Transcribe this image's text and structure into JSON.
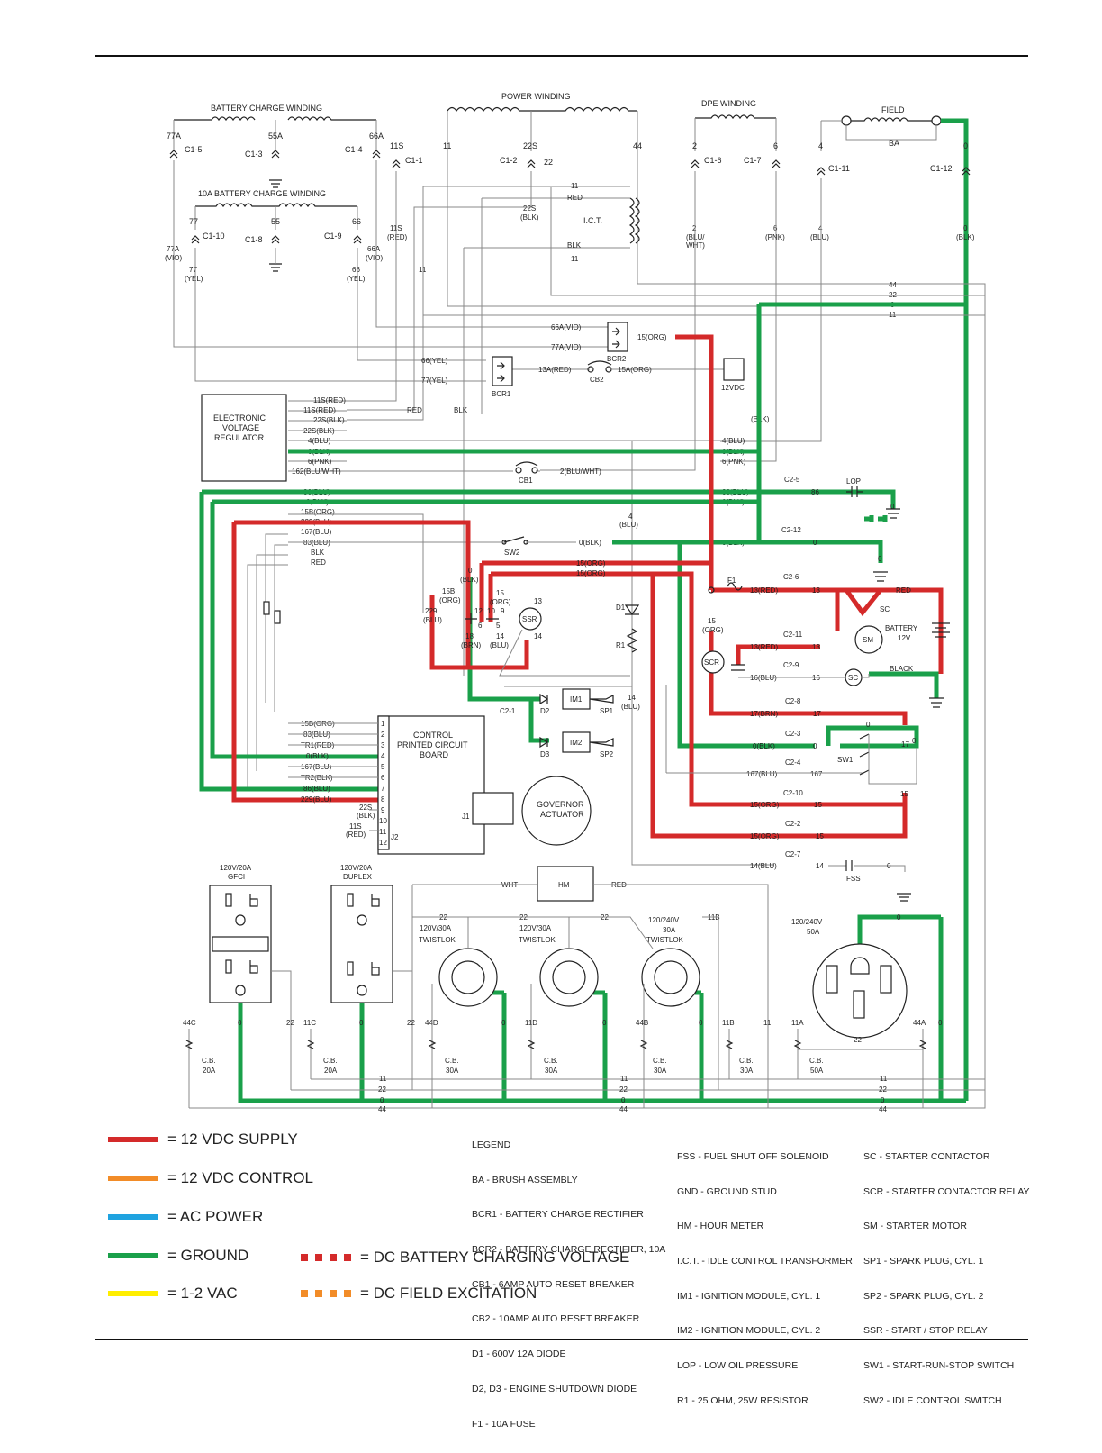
{
  "colors": {
    "supply": "#d42a2a",
    "control": "#f28c28",
    "ac": "#1fa3e0",
    "ground": "#1aa04a",
    "vac": "#ffee00"
  },
  "top_labels": {
    "battery_charge_winding": "BATTERY CHARGE WINDING",
    "power_winding": "POWER WINDING",
    "dpe_winding": "DPE WINDING",
    "field": "FIELD",
    "ba": "BA",
    "ten_a_winding": "10A BATTERY CHARGE WINDING",
    "ict": "I.C.T."
  },
  "components": {
    "evr": [
      "ELECTRONIC",
      "VOLTAGE",
      "REGULATOR"
    ],
    "cpcb": [
      "CONTROL",
      "PRINTED CIRCUIT",
      "BOARD"
    ],
    "governor": [
      "GOVERNOR",
      "ACTUATOR"
    ],
    "hm": "HM",
    "bcr1": "BCR1",
    "bcr2": "BCR2",
    "cb1": "CB1",
    "cb2": "CB2",
    "sw2": "SW2",
    "ssr": "SSR",
    "scr": "SCR",
    "sm": "SM",
    "sc": "SC",
    "battery": [
      "BATTERY",
      "12V"
    ],
    "lop": "LOP",
    "fss": "FSS",
    "sw1": "SW1",
    "f1": "F1",
    "d1": "D1",
    "r1": "R1",
    "im1": "IM1",
    "im2": "IM2",
    "sp1": "SP1",
    "sp2": "SP2",
    "d2": "D2",
    "d3": "D3",
    "j1": "J1",
    "j2": "J2",
    "twelve_vdc": "12VDC"
  },
  "outlets": {
    "gfci": [
      "120V/20A",
      "GFCI"
    ],
    "duplex": [
      "120V/20A",
      "DUPLEX"
    ],
    "tw1": [
      "120V/30A",
      "TWISTLOK"
    ],
    "tw2": [
      "120V/30A",
      "TWISTLOK"
    ],
    "tw3": [
      "120/240V",
      "30A",
      "TWISTLOK"
    ],
    "r50": [
      "120/240V",
      "50A"
    ]
  },
  "breakers": [
    {
      "id": "44C",
      "rating": [
        "C.B.",
        "20A"
      ]
    },
    {
      "id": "11C",
      "rating": [
        "C.B.",
        "20A"
      ]
    },
    {
      "id": "44D",
      "rating": [
        "C.B.",
        "30A"
      ]
    },
    {
      "id": "11D",
      "rating": [
        "C.B.",
        "30A"
      ]
    },
    {
      "id": "44B",
      "rating": [
        "C.B.",
        "30A"
      ]
    },
    {
      "id": "11B",
      "rating": [
        "C.B.",
        "30A"
      ]
    },
    {
      "id": "11A",
      "rating": [
        "C.B.",
        "50A"
      ]
    }
  ],
  "wire_labels": {
    "w77a": "77A",
    "c15": "C1-5",
    "w55a": "55A",
    "c13": "C1-3",
    "w66a": "66A",
    "c14": "C1-4",
    "w11s": "11S",
    "c11": "C1-1",
    "w11": "11",
    "w22s": "22S",
    "c12": "C1-2",
    "w22": "22",
    "w44": "44",
    "w2": "2",
    "c16": "C1-6",
    "w6": "6",
    "c17": "C1-7",
    "w4": "4",
    "c111": "C1-11",
    "w0": "0",
    "c112": "C1-12",
    "w77": "77",
    "c110": "C1-10",
    "w55": "55",
    "c18": "C1-8",
    "w66": "66",
    "c19": "C1-9",
    "vio77": "77A",
    "vio77c": "(VIO)",
    "yel77": "77",
    "yel77c": "(YEL)",
    "yel66": "66",
    "yel66c": "(YEL)",
    "vio66": "66A",
    "vio66c": "(VIO)",
    "red11s": "11S",
    "red11sc": "(RED)",
    "blk22s": "22S",
    "blk22sc": "(BLK)",
    "ict_red": "RED",
    "ict_blk": "BLK",
    "ict_11a": "11",
    "ict_11b": "11",
    "blu2": "2",
    "blu2c": "(BLU/",
    "blu2d": "WHT)",
    "pnk6": "6",
    "pnk6c": "(PNK)",
    "blu4": "4",
    "blu4c": "(BLU)",
    "blk0": "0",
    "blk0c": "(BLK)",
    "r44": "44",
    "r22": "22",
    "r0": "0",
    "r11": "11",
    "vio66a": "66A(VIO)",
    "vio77a": "77A(VIO)",
    "org15": "15(ORG)",
    "yel66y": "66(YEL)",
    "yel77y": "77(YEL)",
    "red13a": "13A(RED)",
    "org15a": "15A(ORG)",
    "red": "RED",
    "blk": "BLK",
    "e1": "11S(RED)",
    "e2": "11S(RED)",
    "e3": "22S(BLK)",
    "e4": "22S(BLK)",
    "e5": "4(BLU)",
    "e6": "0(BLK)",
    "e7": "6(PNK)",
    "e8": "162(BLU/WHT)",
    "e9": "2(BLU/WHT)",
    "m1": "4(BLU)",
    "m2": "0(BLK)",
    "m3": "6(PNK)",
    "m0": "0",
    "m0c": "(BLK)",
    "h1": "86(BLU)",
    "h2": "0(BLK)",
    "h3": "15B(ORG)",
    "h4": "229(BLU)",
    "h5": "167(BLU)",
    "h6": "83(BLU)",
    "h7": "BLK",
    "h8": "RED",
    "k1": "86(BLU)",
    "k2": "0(BLK)",
    "k3": "0(BLK)",
    "k4": "0(BLK)",
    "c25": "C2-5",
    "n86": "86",
    "c212": "C2-12",
    "n0a": "0",
    "n0b": "0",
    "n0c": "0",
    "o15a": "15(ORG)",
    "o15b": "15(ORG)",
    "n4": "4",
    "n4c": "(BLU)",
    "b0": "0",
    "b0c": "(BLK)",
    "p15b": "15B",
    "p15bc": "(ORG)",
    "p229": "229",
    "p229c": "(BLU)",
    "p15": "15",
    "p15c": "(ORG)",
    "p13": "13",
    "p12": "12",
    "p10": "10",
    "p9": "9",
    "p6": "6",
    "p5": "5",
    "p14": "14",
    "p18": "18",
    "p18c": "(BRN)",
    "p14c": "(BLU)",
    "p14b": "14",
    "c26": "C2-6",
    "r13a": "13(RED)",
    "n13a": "13",
    "c211": "C2-11",
    "r13b": "13(RED)",
    "n13b": "13",
    "c29": "C2-9",
    "b16": "16(BLU)",
    "n16": "16",
    "red_b": "RED",
    "black_b": "BLACK",
    "org15s": "15",
    "org15sc": "(ORG)",
    "c21": "C2-1",
    "b14": "14",
    "b14c": "(BLU)",
    "c28": "C2-8",
    "brn17": "17(BRN)",
    "n17": "17",
    "c23": "C2-3",
    "blk0s": "0(BLK)",
    "n0s": "0",
    "c24": "C2-4",
    "blu167": "167(BLU)",
    "n167": "167",
    "c210": "C2-10",
    "org15c": "15(ORG)",
    "n15c": "15",
    "c22": "C2-2",
    "org15d": "15(ORG)",
    "n15d": "15",
    "c27": "C2-7",
    "blu14": "14(BLU)",
    "n14": "14",
    "n0f": "0",
    "sw0a": "0",
    "sw17": "17",
    "sw0b": "0",
    "sw15": "15",
    "q1": "15B(ORG)",
    "q2": "83(BLU)",
    "q3": "TR1(RED)",
    "q4": "0(BLK)",
    "q5": "167(BLU)",
    "q6": "TR2(BLK)",
    "q7": "86(BLU)",
    "q8": "229(BLU)",
    "q9": "22S",
    "q9c": "(BLK)",
    "q11": "11S",
    "q11c": "(RED)",
    "pin1": "1",
    "pin2": "2",
    "pin3": "3",
    "pin4": "4",
    "pin5": "5",
    "pin6": "6",
    "pin7": "7",
    "pin8": "8",
    "pin9": "9",
    "pin10": "10",
    "pin11": "11",
    "pin12": "12",
    "wht": "WHT",
    "hred": "RED",
    "o22a": "22",
    "o22b": "22",
    "o22c": "22",
    "o11b": "11B",
    "o0": "0",
    "bl44c": "44C",
    "bl0a": "0",
    "bl22": "22",
    "bl11c": "11C",
    "bl0b": "0",
    "bl22b": "22",
    "bl44d": "44D",
    "bl0c": "0",
    "bl11d": "11D",
    "bl0d": "0",
    "bl44b": "44B",
    "bl0e": "0",
    "bl11b": "11B",
    "bl11": "11",
    "bl11a": "11A",
    "bl44a": "44A",
    "bl0f": "0",
    "bl22c": "22",
    "bb11a": "11",
    "bb22a": "22",
    "bb0a": "0",
    "bb44a": "44",
    "bb11b": "11",
    "bb22b": "22",
    "bb0b": "0",
    "bb44b": "44",
    "bb11c": "11",
    "bb22c": "22",
    "bb0c": "0",
    "bb44c": "44"
  },
  "legend_colors": [
    {
      "label": "= 12 VDC SUPPLY",
      "color": "#d42a2a"
    },
    {
      "label": "= 12 VDC CONTROL",
      "color": "#f28c28"
    },
    {
      "label": "= AC POWER",
      "color": "#1fa3e0"
    },
    {
      "label": "= GROUND",
      "color": "#1aa04a"
    },
    {
      "label": "= 1-2 VAC",
      "color": "#ffee00"
    }
  ],
  "legend_dashed": [
    {
      "label": "= DC BATTERY CHARGING VOLTAGE",
      "color": "#d42a2a"
    },
    {
      "label": "= DC FIELD EXCITATION",
      "color": "#f28c28"
    }
  ],
  "legend": {
    "title": "LEGEND",
    "col1": [
      "BA - BRUSH ASSEMBLY",
      "BCR1 - BATTERY CHARGE RECTIFIER",
      "BCR2 - BATTERY CHARGE RECTIFIER, 10A",
      "CB1 - 6AMP AUTO RESET BREAKER",
      "CB2 - 10AMP AUTO RESET BREAKER",
      "D1 - 600V 12A DIODE",
      "D2, D3 - ENGINE SHUTDOWN DIODE",
      "F1 - 10A FUSE"
    ],
    "col2": [
      "FSS - FUEL SHUT OFF SOLENOID",
      "GND - GROUND STUD",
      "HM - HOUR METER",
      "I.C.T. - IDLE CONTROL TRANSFORMER",
      "IM1 - IGNITION MODULE, CYL. 1",
      "IM2 - IGNITION MODULE, CYL. 2",
      "LOP - LOW OIL PRESSURE",
      "R1 - 25 OHM, 25W RESISTOR"
    ],
    "col3": [
      "SC - STARTER CONTACTOR",
      "SCR - STARTER CONTACTOR RELAY",
      "SM - STARTER MOTOR",
      "SP1 - SPARK PLUG, CYL. 1",
      "SP2 - SPARK PLUG, CYL. 2",
      "SSR - START / STOP RELAY",
      "SW1 - START-RUN-STOP SWITCH",
      "SW2 - IDLE CONTROL SWITCH"
    ]
  }
}
